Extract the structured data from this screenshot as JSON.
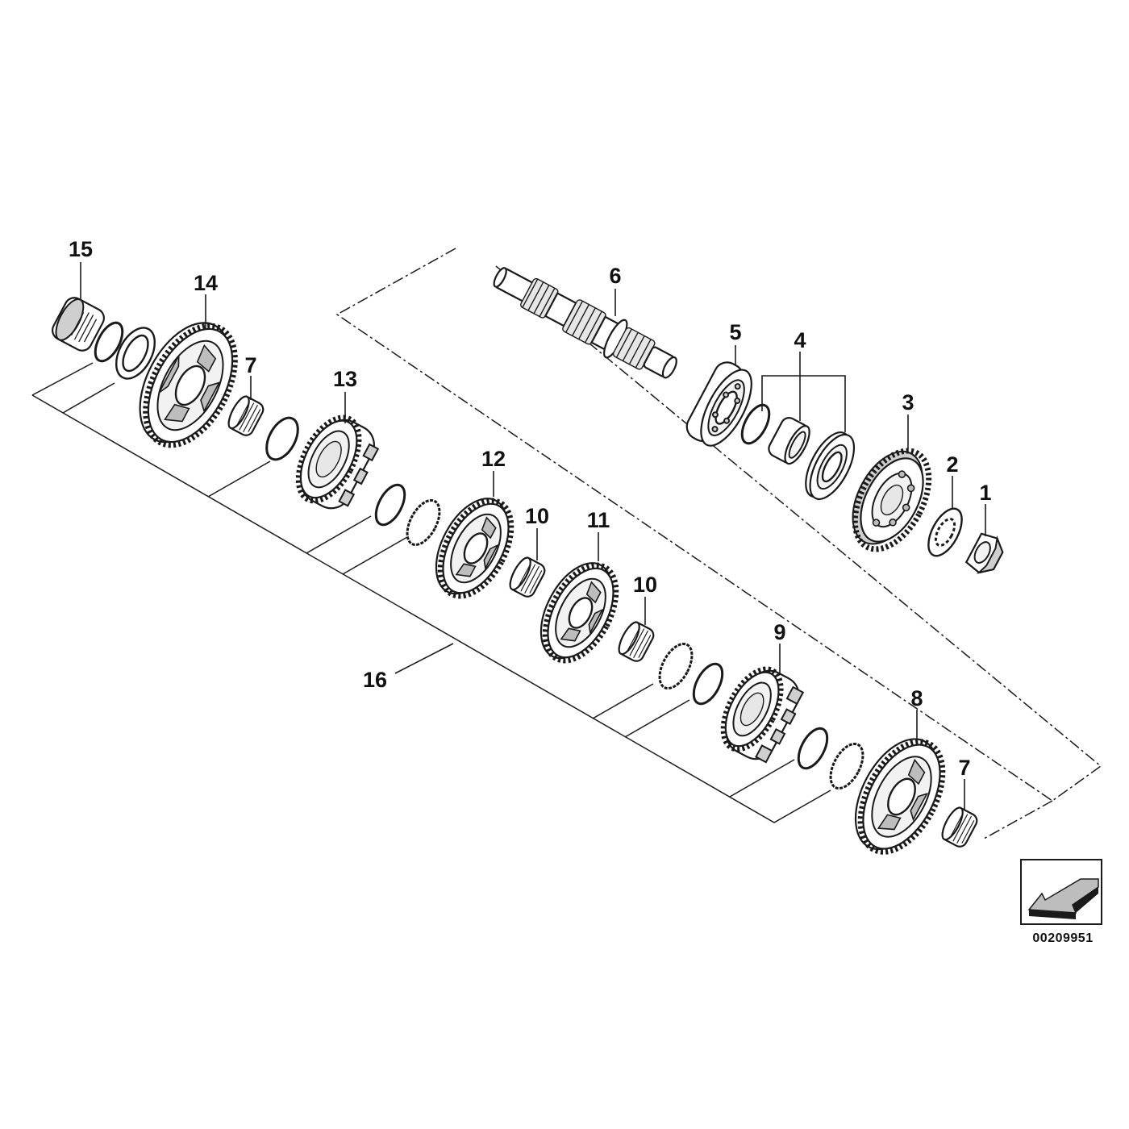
{
  "callouts": {
    "c1": "1",
    "c2": "2",
    "c3": "3",
    "c4": "4",
    "c5": "5",
    "c6": "6",
    "c7a": "7",
    "c7b": "7",
    "c8": "8",
    "c9": "9",
    "c10a": "10",
    "c10b": "10",
    "c11": "11",
    "c12": "12",
    "c13": "13",
    "c14": "14",
    "c15": "15",
    "c16": "16"
  },
  "catalog_number": "00209951",
  "parts": [
    {
      "id": "1",
      "icon": "hex-nut-icon"
    },
    {
      "id": "2",
      "icon": "lock-washer-icon"
    },
    {
      "id": "3",
      "icon": "sprocket-icon"
    },
    {
      "id": "4",
      "icon": "seal-ring-set-icon"
    },
    {
      "id": "5",
      "icon": "ball-bearing-icon"
    },
    {
      "id": "6",
      "icon": "output-shaft-icon"
    },
    {
      "id": "7",
      "icon": "needle-bearing-icon"
    },
    {
      "id": "8",
      "icon": "gear-wheel-icon"
    },
    {
      "id": "9",
      "icon": "shift-gear-icon"
    },
    {
      "id": "10",
      "icon": "needle-bearing-icon"
    },
    {
      "id": "11",
      "icon": "gear-wheel-icon"
    },
    {
      "id": "12",
      "icon": "gear-wheel-icon"
    },
    {
      "id": "13",
      "icon": "shift-gear-icon"
    },
    {
      "id": "14",
      "icon": "gear-wheel-icon"
    },
    {
      "id": "15",
      "icon": "needle-bearing-icon"
    },
    {
      "id": "16",
      "icon": "gear-set-assembly-icon"
    }
  ],
  "colors": {
    "ink": "#1a1a1a",
    "background": "#ffffff"
  },
  "direction_icon": "front-direction-arrow-icon"
}
